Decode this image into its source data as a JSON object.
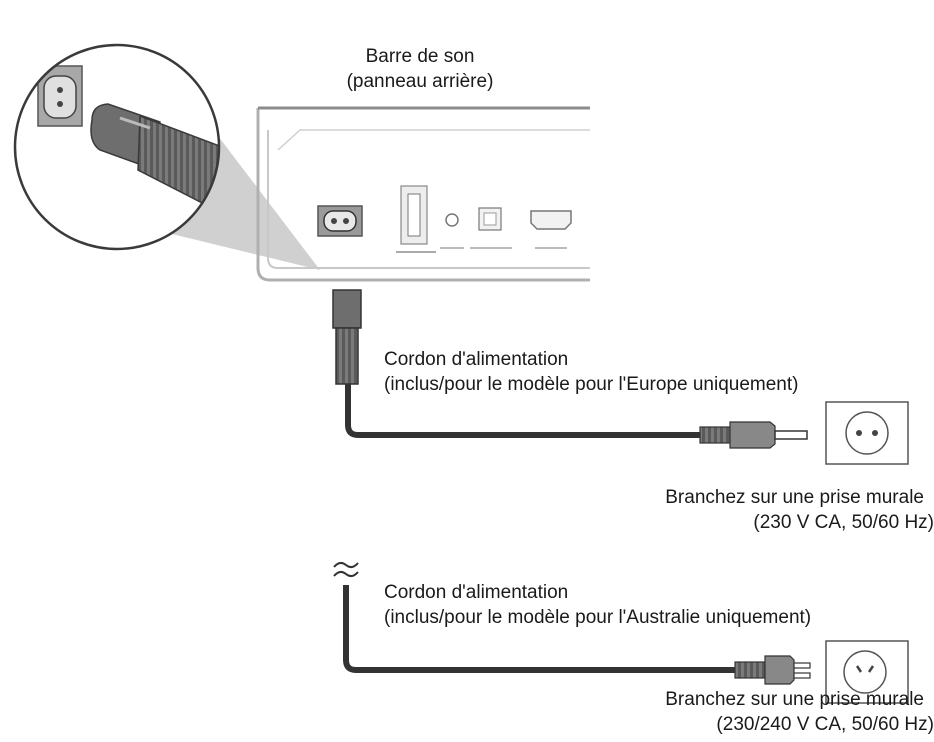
{
  "soundbar": {
    "label_line1": "Barre de son",
    "label_line2": "(panneau arrière)"
  },
  "cord_europe": {
    "title": "Cordon d'alimentation",
    "note": "(inclus/pour le modèle pour l'Europe uniquement)",
    "instruction": "Branchez sur une prise murale",
    "spec": "(230 V CA, 50/60 Hz)"
  },
  "cord_australia": {
    "title": "Cordon d'alimentation",
    "note": "(inclus/pour le modèle pour l'Australie uniquement)",
    "instruction": "Branchez sur une prise murale",
    "spec": "(230/240 V CA, 50/60 Hz)"
  },
  "icons": {
    "magnified_view": "ac-inlet-plug-closeup-icon",
    "eu_plug": "europe-plug-icon",
    "eu_outlet": "europe-wall-outlet-icon",
    "au_plug": "australia-plug-icon",
    "au_outlet": "australia-wall-outlet-icon",
    "break_mark": "cable-break-icon"
  }
}
